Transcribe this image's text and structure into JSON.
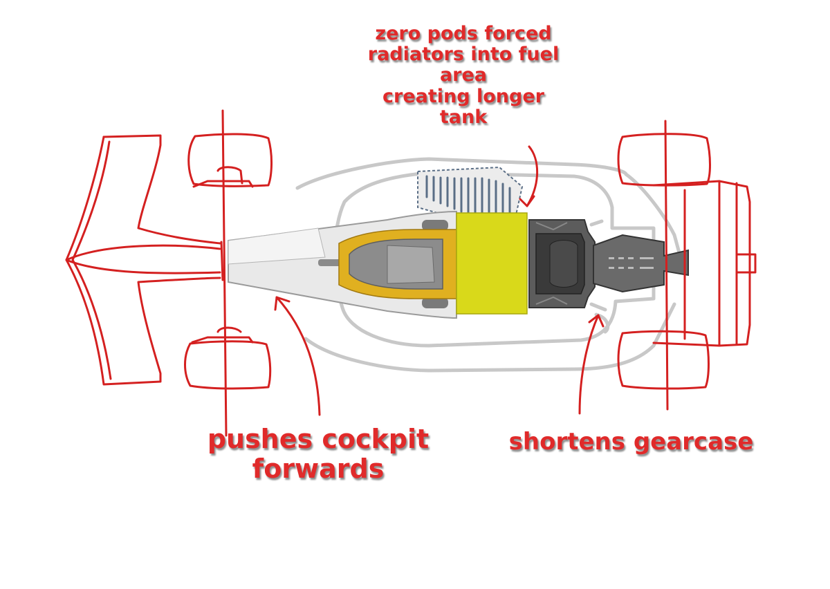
{
  "annotations": {
    "radiators": {
      "lines": [
        "zero pods forced",
        "radiators into fuel",
        "area",
        "creating longer",
        "tank"
      ]
    },
    "cockpit": {
      "lines": [
        "pushes cockpit",
        "forwards"
      ]
    },
    "gearcase": {
      "text": "shortens gearcase"
    }
  },
  "colors": {
    "sketch_red": "#d42020",
    "outline_grey": "#c8c8c8",
    "fuel_tank": "#d9d91a",
    "cockpit_yellow": "#e0b020",
    "radiator_blue": "#5a6e86"
  }
}
